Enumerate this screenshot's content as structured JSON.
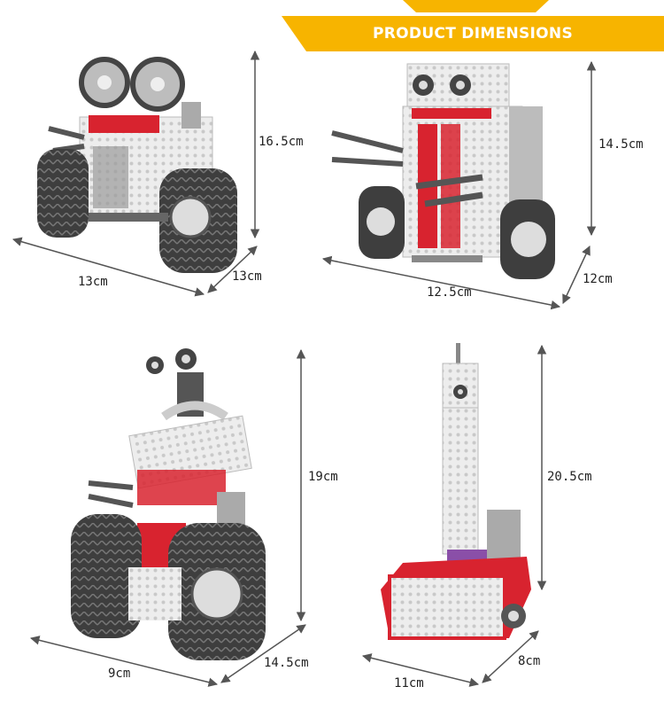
{
  "banner": {
    "title": "PRODUCT DIMENSIONS",
    "color": "#f7b400"
  },
  "colors": {
    "arrow": "#555555",
    "red": "#d8232f",
    "white_part": "#eeeeee",
    "dark_part": "#4a4a4a",
    "grey_part": "#9a9a9a"
  },
  "models": [
    {
      "name": "track-robot-wall-e",
      "height": "16.5cm",
      "width": "13cm",
      "depth": "13cm"
    },
    {
      "name": "two-wheel-robot",
      "height": "14.5cm",
      "width": "12.5cm",
      "depth": "12cm"
    },
    {
      "name": "tall-track-robot",
      "height": "19cm",
      "width": "9cm",
      "depth": "14.5cm"
    },
    {
      "name": "tower-robot",
      "height": "20.5cm",
      "width": "11cm",
      "depth": "8cm"
    }
  ]
}
